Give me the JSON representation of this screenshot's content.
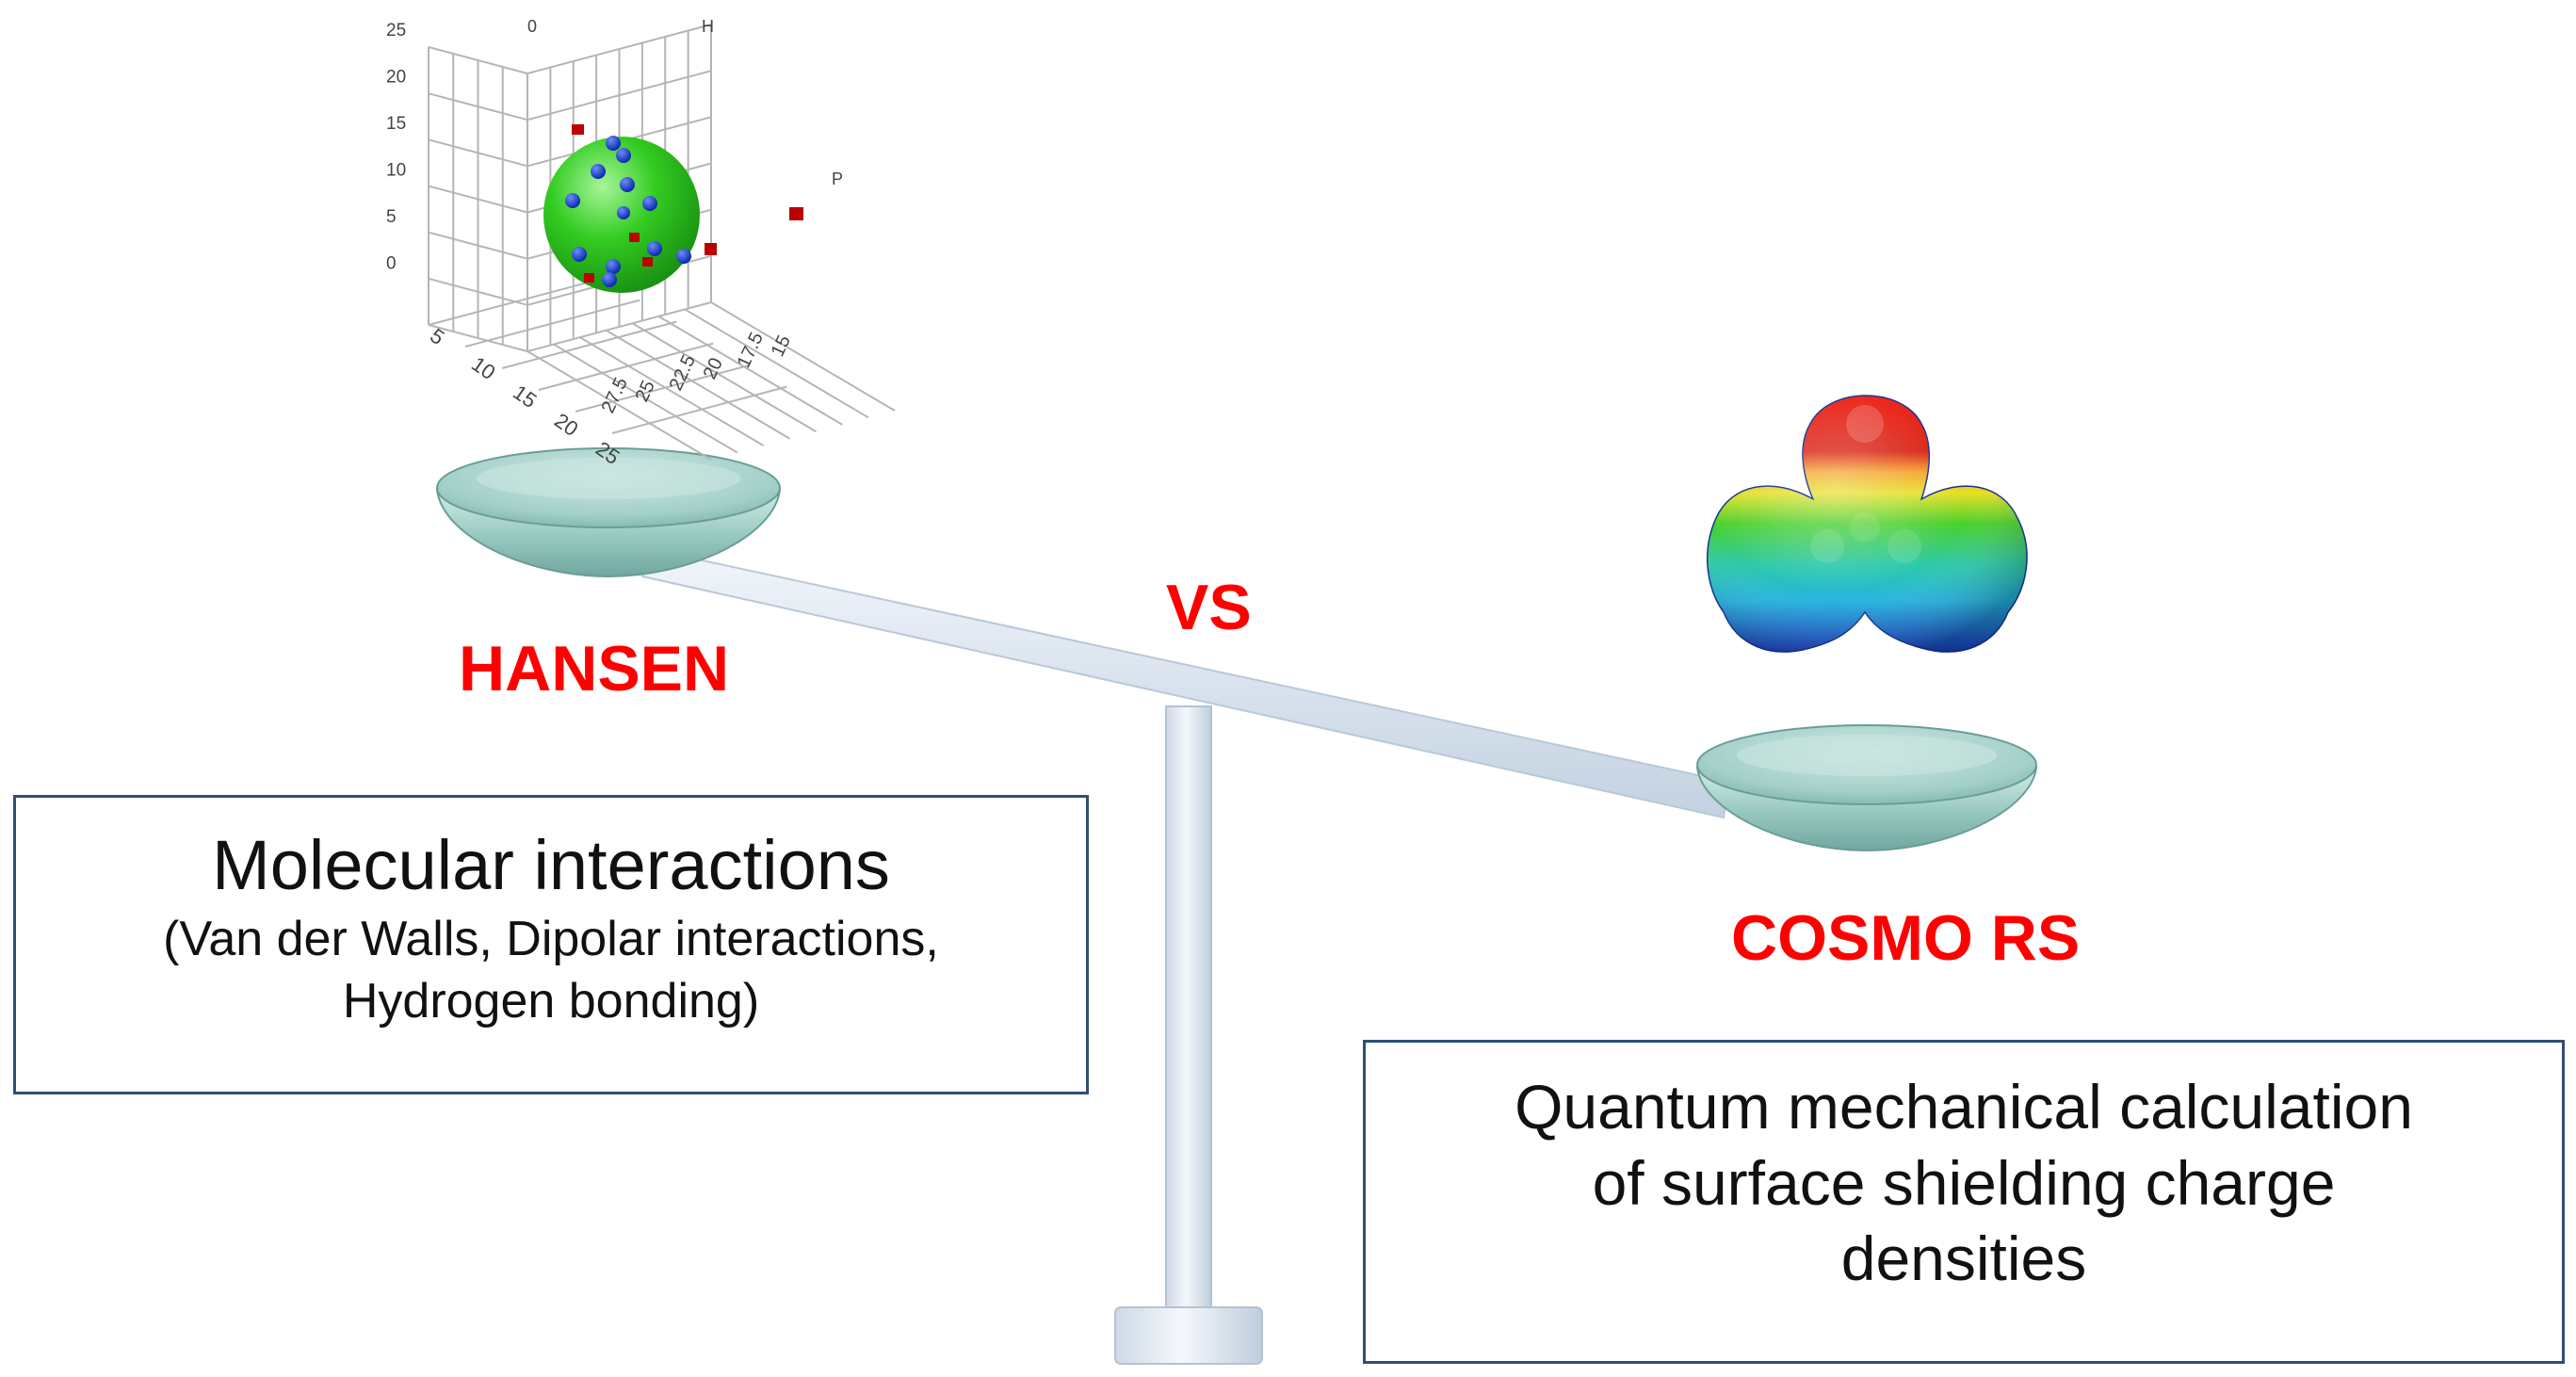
{
  "hansen_label": "HANSEN",
  "vs_label": "VS",
  "cosmo_label": "COSMO RS",
  "hansen_box": {
    "title": "Molecular interactions",
    "subtitle_line1": "(Van der Walls, Dipolar interactions,",
    "subtitle_line2": "Hydrogen bonding)"
  },
  "cosmo_box": {
    "line1": "Quantum mechanical calculation",
    "line2": "of surface shielding charge",
    "line3": "densities"
  },
  "plot": {
    "left_axis_ticks": [
      "25",
      "20",
      "15",
      "10",
      "5",
      "0"
    ],
    "top_axis_ticks": [
      "0",
      "H"
    ],
    "right_axis_label": "P",
    "bottom_left_ticks": [
      "5",
      "10",
      "15",
      "20",
      "25"
    ],
    "bottom_right_ticks": [
      "27.5",
      "25",
      "22.5",
      "20",
      "17.5",
      "15"
    ]
  },
  "colors": {
    "label_red": "#ff0000",
    "box_border": "#2f4f74",
    "beam": "#dfe8f2",
    "pan": "#8cc4bc",
    "sphere": "#27c21f",
    "inside_point": "#1133cc",
    "outside_point": "#bb0000"
  }
}
